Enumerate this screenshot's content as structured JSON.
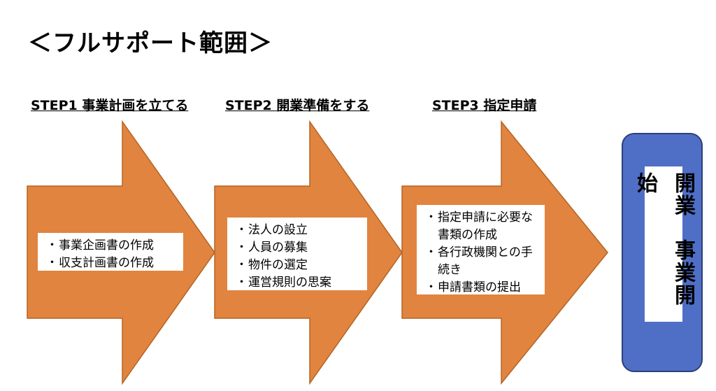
{
  "title": "＜フルサポート範囲＞",
  "steps": [
    {
      "label": "STEP1 事業計画を立てる",
      "items": [
        "事業企画書の作成",
        "収支計画書の作成"
      ]
    },
    {
      "label": "STEP2 開業準備をする",
      "items": [
        "法人の設立",
        "人員の募集",
        "物件の選定",
        "運営規則の思案"
      ]
    },
    {
      "label": "STEP3 指定申請",
      "items": [
        "指定申請に必要な書類の作成",
        "各行政機関との手続き",
        "申請書類の提出"
      ]
    }
  ],
  "goal": "開業　事業開始",
  "colors": {
    "arrow_fill": "#e0843f",
    "arrow_stroke": "#b56424",
    "goal_fill": "#4f6fc6",
    "goal_stroke": "#2b3f7a"
  }
}
